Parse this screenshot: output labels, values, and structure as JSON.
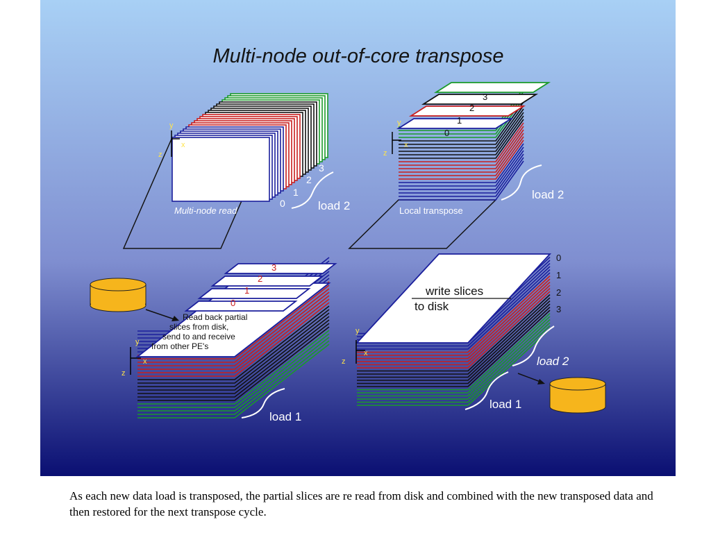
{
  "slide": {
    "title": "Multi-node out-of-core transpose",
    "colors": {
      "bg_top": "#a8d0f5",
      "bg_mid": "#7f8ed0",
      "bg_bottom": "#0a0f72",
      "blue": "#1b1f9c",
      "red": "#c81e1e",
      "black": "#111111",
      "green": "#1a9a2a",
      "disk": "#f6b51c"
    }
  },
  "panel_read": {
    "axis_y": "y",
    "axis_x": "x",
    "axis_z": "z",
    "plane_label": "Multi-node read",
    "index_0": "0",
    "index_1": "1",
    "index_2": "2",
    "index_3": "3",
    "load_label": "load 2"
  },
  "panel_transpose": {
    "axis_y": "y",
    "axis_x": "x",
    "axis_z": "z",
    "plane_label": "Local transpose",
    "index_0": "0",
    "index_1": "1",
    "index_2": "2",
    "index_3": "3",
    "load_label": "load 2"
  },
  "panel_readback": {
    "axis_y": "y",
    "axis_x": "x",
    "axis_z": "z",
    "index_0": "0",
    "index_1": "1",
    "index_2": "2",
    "index_3": "3",
    "note_line1": "Read back partial",
    "note_line2": "slices from disk,",
    "note_line3": "send to and receive",
    "note_line4": "from other PE's",
    "load_label": "load 1"
  },
  "panel_write": {
    "axis_y": "y",
    "axis_x": "x",
    "axis_z": "z",
    "label_line1": "write slices",
    "label_line2": "to disk",
    "index_0": "0",
    "index_1": "1",
    "index_2": "2",
    "index_3": "3",
    "load2_label": "load 2",
    "load1_label": "load 1"
  },
  "caption": "As each new data load is transposed, the partial slices are re read from disk and combined with the new transposed data and then restored for the next transpose cycle."
}
